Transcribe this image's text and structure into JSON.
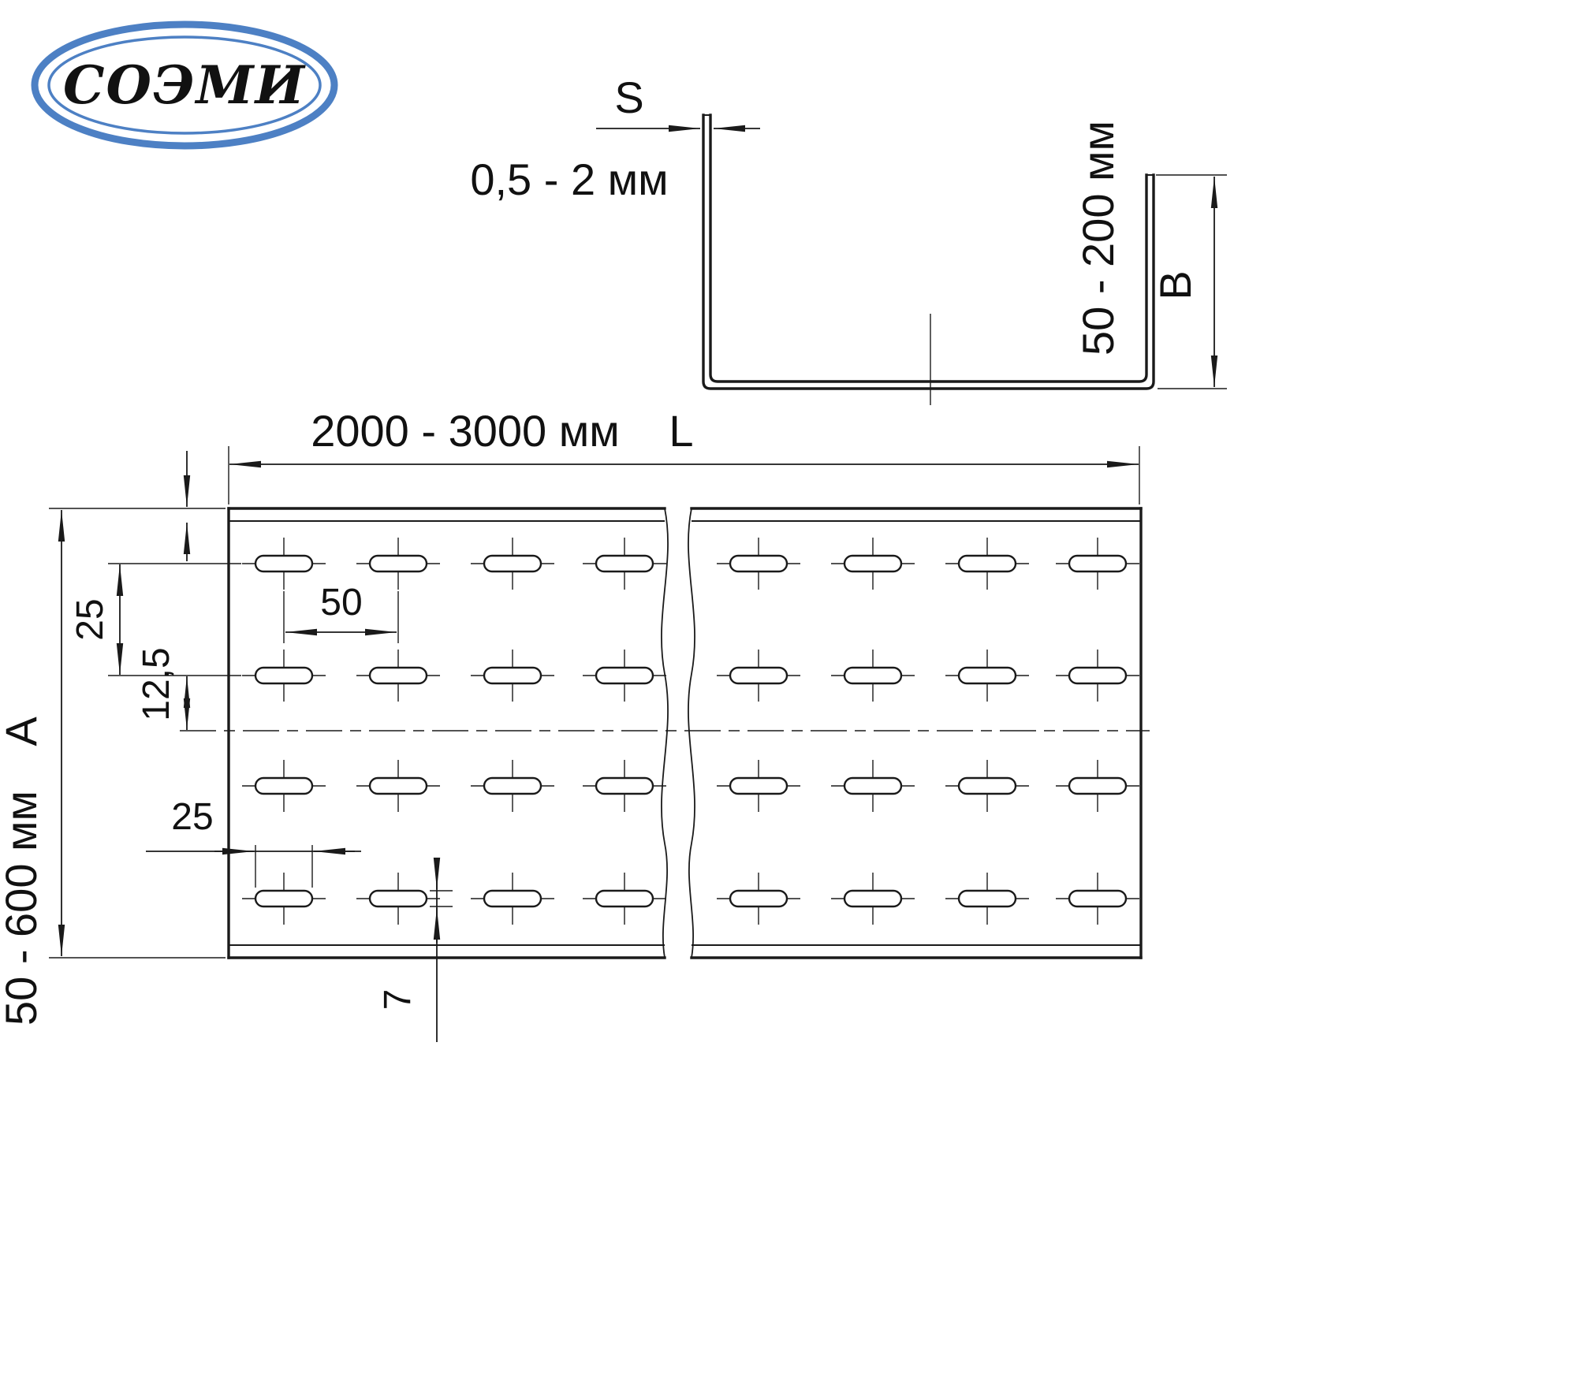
{
  "colors": {
    "line": "#1a1a1a",
    "logo_blue": "#4d80c4",
    "background": "#ffffff"
  },
  "logo": {
    "text": "СОЭМИ"
  },
  "section_view": {
    "thickness_symbol": "S",
    "thickness_range": "0,5 - 2 мм",
    "height_range": "50 - 200 мм",
    "height_symbol": "B"
  },
  "plan_view": {
    "length_range": "2000 - 3000 мм",
    "length_symbol": "L",
    "width_range": "50 - 600 мм",
    "width_symbol": "A",
    "hole_row_pitch": "25",
    "hole_row_half_pitch": "12,5",
    "hole_column_pitch": "50",
    "hole_length": "25",
    "hole_width": "7"
  }
}
